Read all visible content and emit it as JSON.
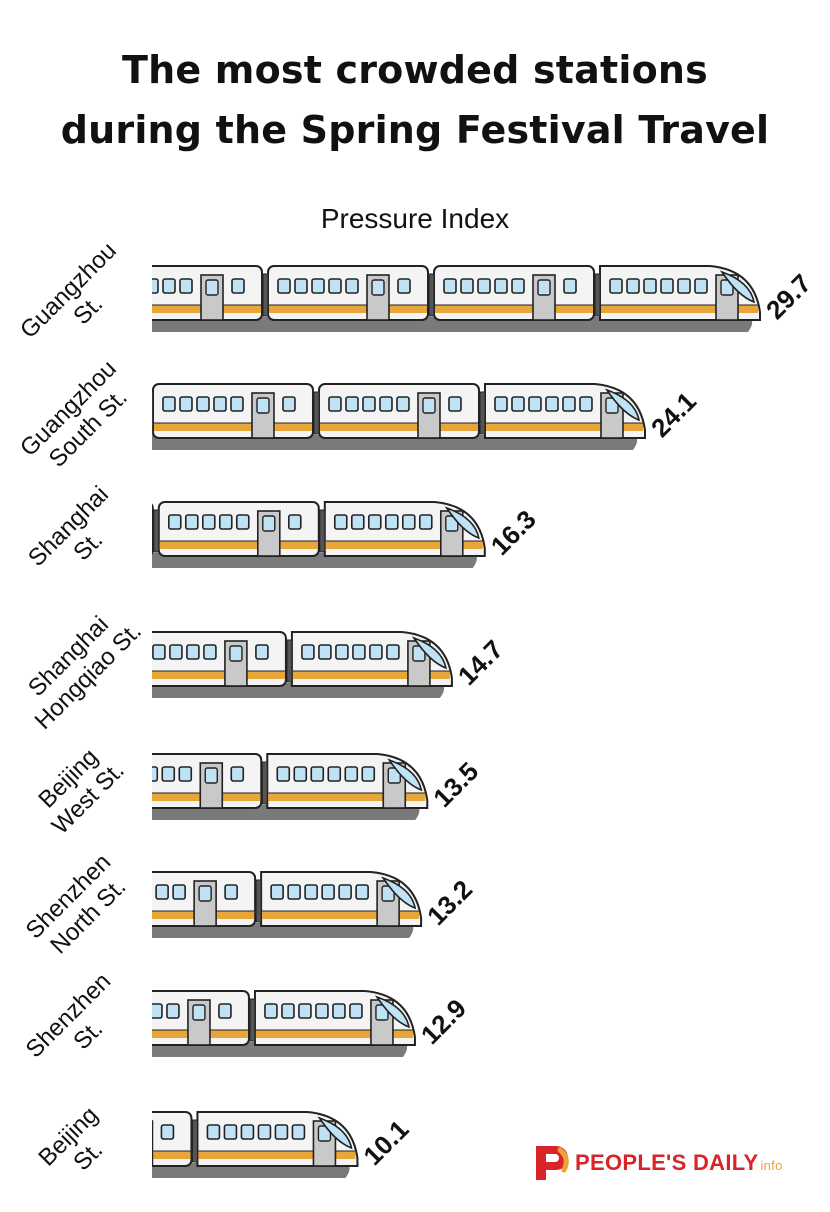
{
  "title": {
    "line1": "The most crowded stations",
    "line2": "during the Spring Festival Travel"
  },
  "colors": {
    "train_body": "#f4f4f4",
    "stripe": "#e8a53a",
    "window": "#bfe2f5",
    "door": "#c9c9c9",
    "underbody": "#7a7a7a",
    "outline": "#222222",
    "logo_red": "#d9252a",
    "logo_orange": "#e8a33a"
  },
  "chart_data": {
    "type": "bar",
    "title": "The most crowded stations during the Spring Festival Travel",
    "xlabel": "Pressure Index",
    "ylabel": "",
    "categories": [
      [
        "Guangzhou",
        "St."
      ],
      [
        "Guangzhou",
        "South St."
      ],
      [
        "Shanghai",
        "St."
      ],
      [
        "Shanghai",
        "Hongqiao St."
      ],
      [
        "Beijing",
        "West St."
      ],
      [
        "Shenzhen",
        "North St."
      ],
      [
        "Shenzhen",
        "St."
      ],
      [
        "Beijing",
        "St."
      ]
    ],
    "values": [
      29.7,
      24.1,
      16.3,
      14.7,
      13.5,
      13.2,
      12.9,
      10.1
    ],
    "value_labels": [
      "29.7",
      "24.1",
      "16.3",
      "14.7",
      "13.5",
      "13.2",
      "12.9",
      "10.1"
    ],
    "xlim": [
      0,
      29.7
    ],
    "orientation": "horizontal",
    "grid": false
  },
  "logo": {
    "text": "PEOPLE'S DAILY",
    "suffix": "info",
    "icon": "peoples-daily-logo-icon"
  }
}
